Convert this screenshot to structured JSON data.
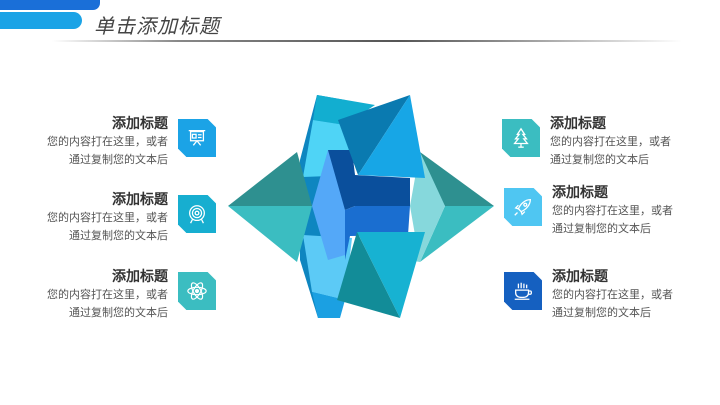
{
  "header": {
    "title": "单击添加标题"
  },
  "colors": {
    "accent_dark_blue": "#1a6fd8",
    "accent_light_blue": "#1ba3e6",
    "teal": "#3bbdc1",
    "sky": "#4fc6f2",
    "cobalt": "#1560c0"
  },
  "left_items": [
    {
      "title": "添加标题",
      "line1": "您的内容打在这里，或者",
      "line2": "通过复制您的文本后",
      "icon": "presentation-board-icon",
      "color": "#1ba3e6"
    },
    {
      "title": "添加标题",
      "line1": "您的内容打在这里，或者",
      "line2": "通过复制您的文本后",
      "icon": "target-icon",
      "color": "#17aed0"
    },
    {
      "title": "添加标题",
      "line1": "您的内容打在这里，或者",
      "line2": "通过复制您的文本后",
      "icon": "atom-icon",
      "color": "#3bbdc1"
    }
  ],
  "right_items": [
    {
      "title": "添加标题",
      "line1": "您的内容打在这里，或者",
      "line2": "通过复制您的文本后",
      "icon": "tree-icon",
      "color": "#3bbdc1"
    },
    {
      "title": "添加标题",
      "line1": "您的内容打在这里，或者",
      "line2": "通过复制您的文本后",
      "icon": "rocket-icon",
      "color": "#4fc6f2"
    },
    {
      "title": "添加标题",
      "line1": "您的内容打在这里，或者",
      "line2": "通过复制您的文本后",
      "icon": "coffee-cup-icon",
      "color": "#1560c0"
    }
  ]
}
